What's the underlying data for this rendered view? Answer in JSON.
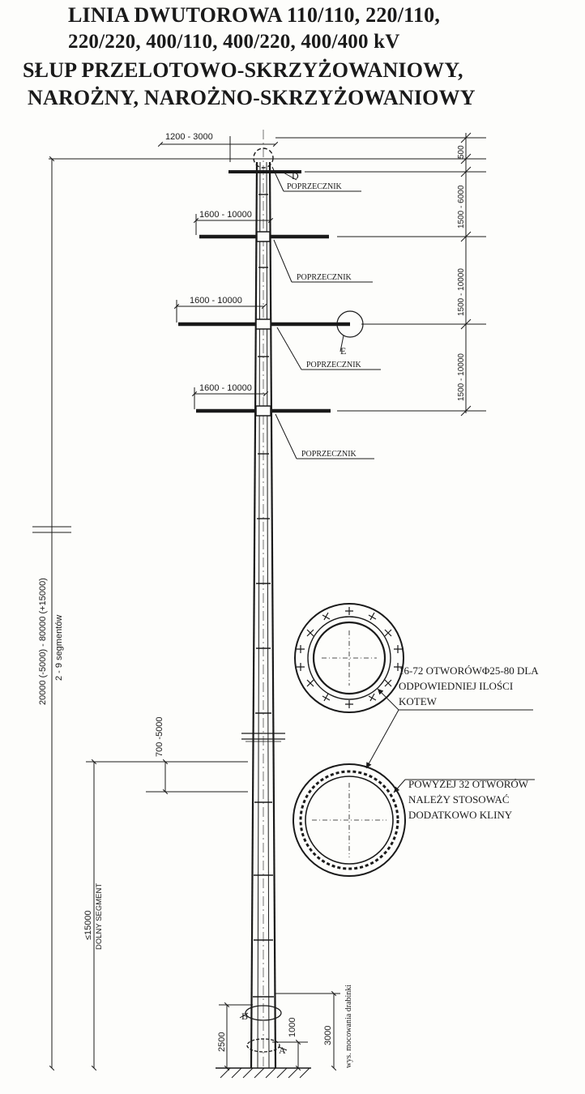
{
  "title": {
    "line1": "LINIA DWUTOROWA 110/110, 220/110,",
    "line2": "220/220, 400/110, 400/220, 400/400 kV",
    "line3": "SŁUP PRZELOTOWO-SKRZYŻOWANIOWY,",
    "line4": "NAROŻNY, NAROŻNO-SKRZYŻOWANIOWY"
  },
  "dimensions": {
    "top_offset": "1200 - 3000",
    "top_height": "500",
    "arm1_width": "1600 - 10000",
    "arm2_width": "1600 - 10000",
    "arm3_width": "1600 - 10000",
    "spacing1": "1500 - 6000",
    "spacing2": "1500 - 10000",
    "spacing3": "1500 - 10000",
    "total_height": "20000 (-5000) - 80000 (+15000)",
    "segments": "2 - 9 segmentów",
    "overlap": "700 -5000",
    "bottom_segment_value": "≤15000",
    "bottom_segment_label": "DOLNY SEGMENT",
    "base_a": "2500",
    "base_b": "1000",
    "ladder_height": "3000",
    "ladder_label": "wys. mocowania drabinki"
  },
  "labels": {
    "crossarm1": "POPRZECZNIK",
    "crossarm2": "POPRZECZNIK",
    "crossarm3": "POPRZECZNIK",
    "crossarm4": "POPRZECZNIK",
    "detail_d": "D",
    "detail_e": "E",
    "detail_b": "B",
    "detail_a": "A"
  },
  "notes": {
    "flange_line1": "16-72 OTWORÓWΦ25-80 DLA",
    "flange_line2": "ODPOWIEDNIEJ ILOŚCI",
    "flange_line3": "KOTEW",
    "bolt_line1": "POWYŻEJ 32 OTWORÓW",
    "bolt_line2": "NALEŻY STOSOWAĆ",
    "bolt_line3": "DODATKOWO KLINY"
  }
}
